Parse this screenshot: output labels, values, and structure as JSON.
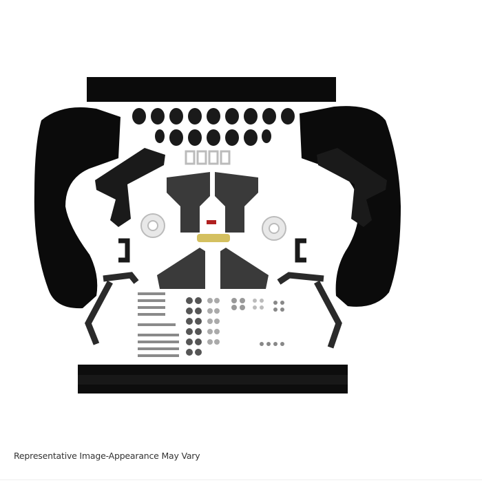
{
  "image": {
    "subject": "body lift kit components laid out on white background",
    "caption": "Representative Image-Appearance May Vary",
    "colors": {
      "background": "#ffffff",
      "panel_black": "#0b0b0b",
      "bracket_gray": "#3a3a3a",
      "hardware_gray": "#8a8a8a",
      "caption_text": "#333333"
    },
    "parts": {
      "top_flap": "top-rubber-flap",
      "bottom_flap": "bottom-rubber-flap",
      "left_fender_liner": "left-fender-liner",
      "right_fender_liner": "right-fender-liner",
      "spacer_blocks_row1": 9,
      "spacer_blocks_row2": 7,
      "square_spacers": 4,
      "round_spacers": 2
    }
  }
}
